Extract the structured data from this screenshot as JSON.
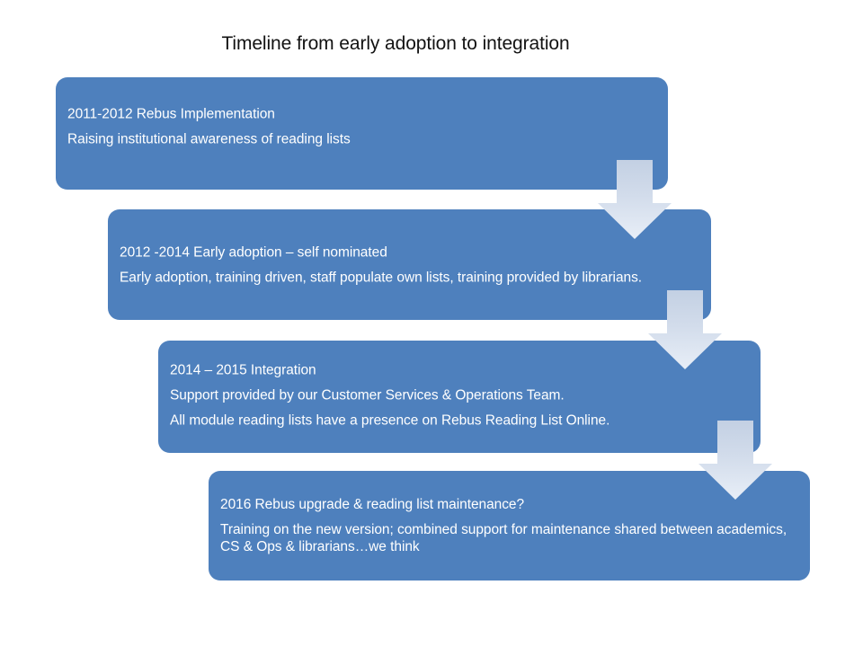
{
  "slide": {
    "title": "Timeline from early adoption to integration",
    "background_color": "#FFFFFF",
    "box_fill_color": "#4E80BD",
    "box_text_color": "#FFFFFF",
    "title_text_color": "#121212",
    "arrow_color_top": "#C3D0E3",
    "arrow_color_bottom": "#E6ECF6"
  },
  "stages": [
    {
      "heading": "2011-2012 Rebus Implementation",
      "lines": [
        "Raising institutional awareness of reading lists"
      ]
    },
    {
      "heading": "2012 -2014 Early adoption – self nominated",
      "lines": [
        "Early adoption, training driven, staff populate own lists, training provided by librarians."
      ]
    },
    {
      "heading": "2014 – 2015 Integration",
      "lines": [
        "Support provided by our Customer Services & Operations Team.",
        "All module reading lists have a presence on Rebus Reading List Online."
      ]
    },
    {
      "heading": "2016 Rebus upgrade & reading list maintenance?",
      "lines": [
        "Training on the new version; combined support for maintenance shared between academics, CS & Ops & librarians…we think"
      ]
    }
  ],
  "connectors": [
    {
      "name": "down-arrow-1",
      "from_stage": 1,
      "to_stage": 2
    },
    {
      "name": "down-arrow-2",
      "from_stage": 2,
      "to_stage": 3
    },
    {
      "name": "down-arrow-3",
      "from_stage": 3,
      "to_stage": 4
    }
  ]
}
